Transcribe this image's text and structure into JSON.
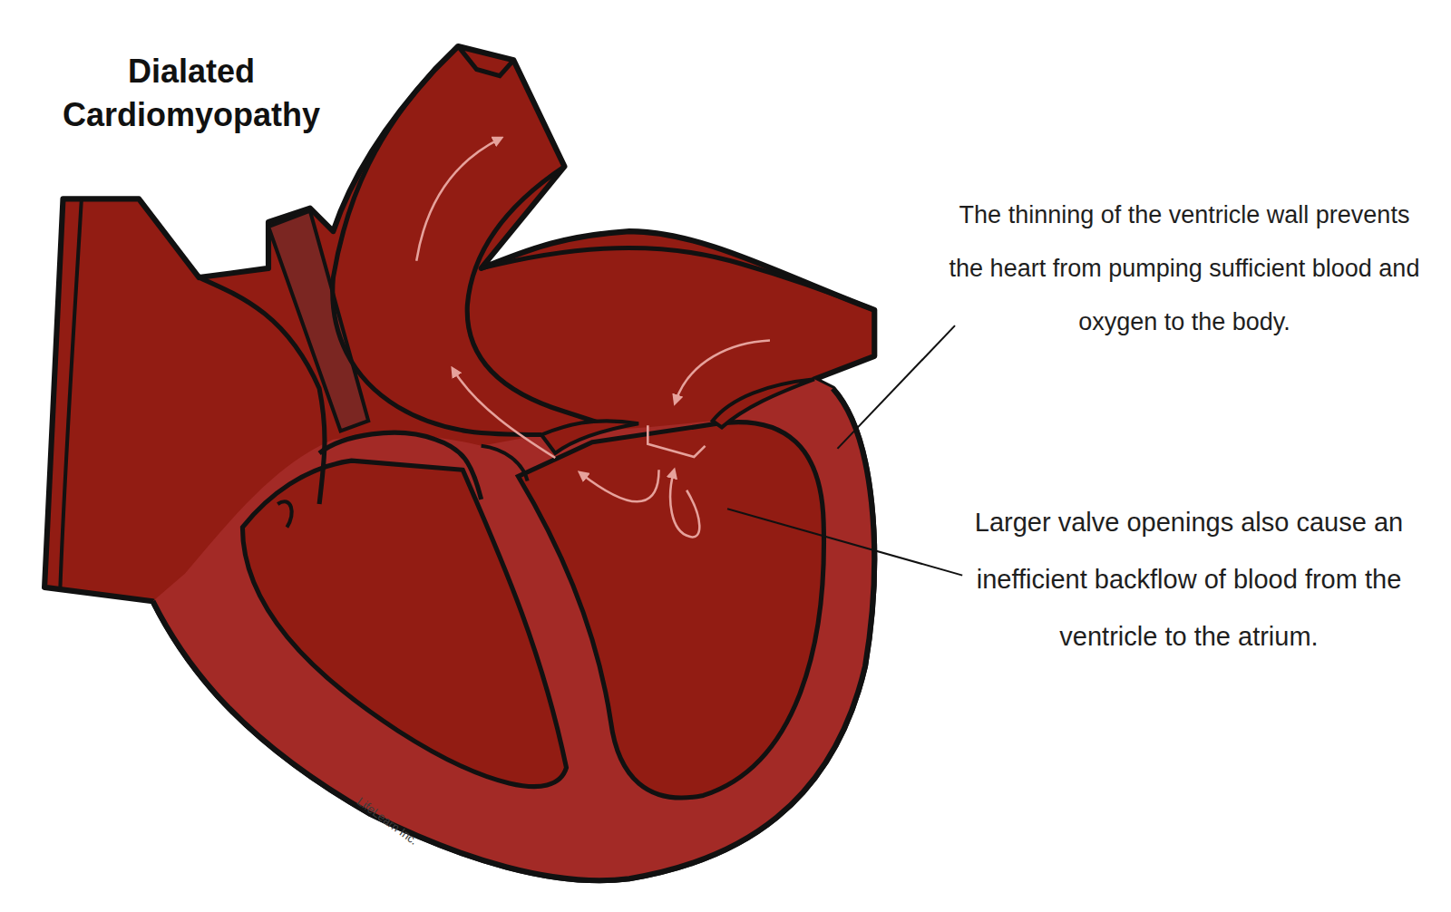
{
  "diagram": {
    "title": "Dialated Cardiomyopathy",
    "labels": [
      "The thinning of the ventricle wall prevents the heart from pumping sufficient blood and oxygen to the body.",
      "Larger valve openings also cause an inefficient backflow of blood from the ventricle to the atrium.",
      "LifeLearn Inc."
    ]
  }
}
